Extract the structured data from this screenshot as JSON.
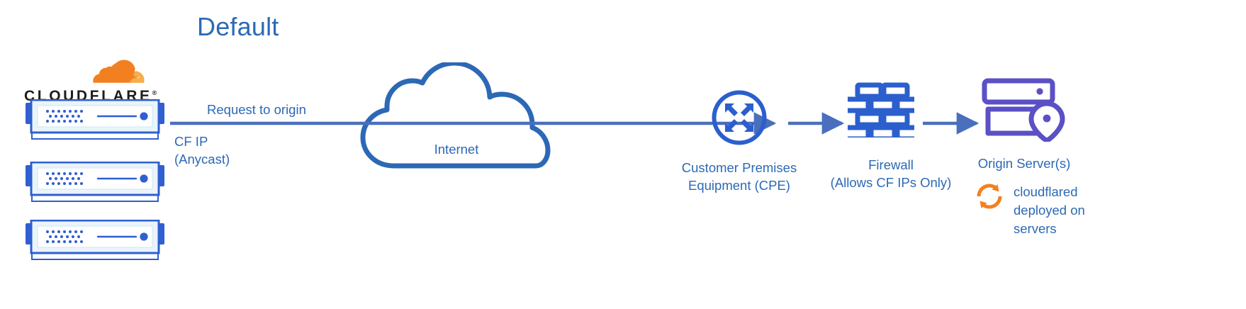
{
  "diagram": {
    "title": "Default",
    "colors": {
      "blue_text": "#2c69b5",
      "blue_icon": "#2b5fce",
      "arrow_blue": "#4a6fbd",
      "purple": "#5b50c4",
      "orange": "#f38020",
      "orange_light": "#f6ad4d",
      "server_body": "#e9f4fb",
      "server_tab": "#2f5fd0",
      "wordmark_black": "#1d1d1b"
    }
  },
  "brand": {
    "wordmark": "CLOUDFLARE",
    "trademark": "®",
    "logo_icon": "cloudflare-cloud-icon",
    "server_count": 3,
    "server_icon": "rack-server-icon"
  },
  "flow": {
    "request_label": "Request to origin",
    "source_label_line1": "CF IP",
    "source_label_line2": "(Anycast)",
    "arrow_icon": "arrow-right-icon"
  },
  "nodes": [
    {
      "id": "internet",
      "icon": "cloud-icon",
      "label": "Internet",
      "label_lines": [
        "Internet"
      ]
    },
    {
      "id": "cpe",
      "icon": "router-four-arrows-icon",
      "label": "Customer Premises Equipment (CPE)",
      "label_lines": [
        "Customer Premises",
        "Equipment (CPE)"
      ]
    },
    {
      "id": "firewall",
      "icon": "brick-wall-icon",
      "label": "Firewall (Allows CF IPs Only)",
      "label_lines": [
        "Firewall",
        "(Allows CF IPs Only)"
      ]
    },
    {
      "id": "origin",
      "icon": "server-location-pin-icon",
      "label": "Origin Server(s)",
      "label_lines": [
        "Origin Server(s)"
      ]
    }
  ],
  "cloudflared": {
    "icon": "circular-arrows-refresh-icon",
    "label_lines": [
      "cloudflared",
      "deployed on",
      "servers"
    ]
  }
}
